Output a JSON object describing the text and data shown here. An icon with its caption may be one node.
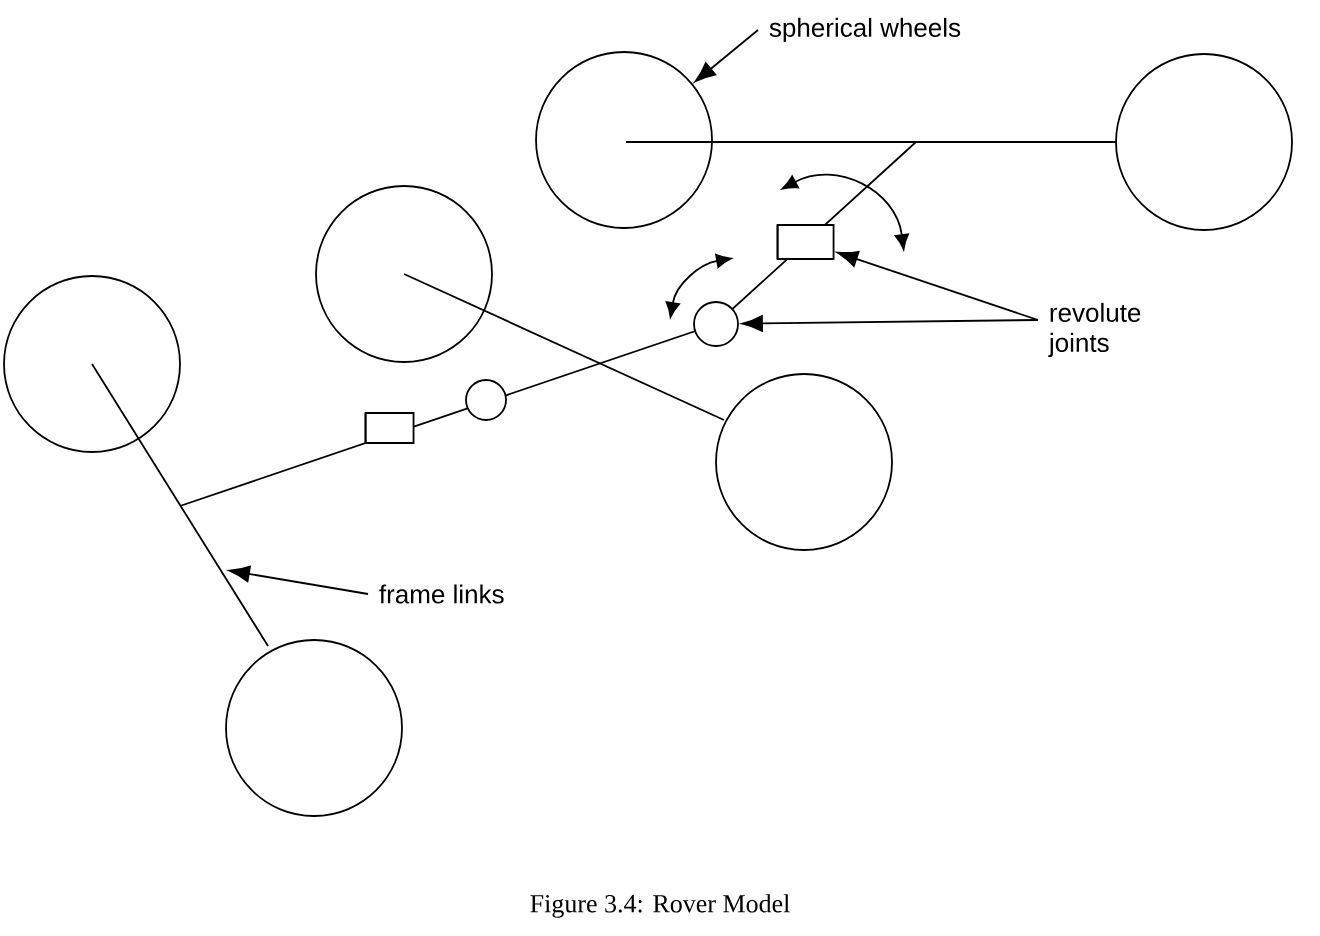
{
  "diagram": {
    "caption": "Figure 3.4: Rover Model",
    "nodes": [
      {
        "text": [
          "spherical wheels"
        ]
      },
      {
        "text": [],
        "shape": "circle"
      },
      {
        "text": [
          "revolute joints"
        ]
      },
      {
        "text": [],
        "shape": "cylinder"
      },
      {
        "text": [],
        "shape": "circle"
      },
      {
        "text": [
          "frame links"
        ]
      }
    ],
    "edges": [
      {
        "from": 0,
        "to": 1,
        "arrow": "to"
      },
      {
        "from": 2,
        "to": 3,
        "arrow": "to"
      },
      {
        "from": 2,
        "to": 4,
        "arrow": "to"
      },
      {
        "from": 5,
        "to": null,
        "arrow": "to"
      }
    ]
  }
}
